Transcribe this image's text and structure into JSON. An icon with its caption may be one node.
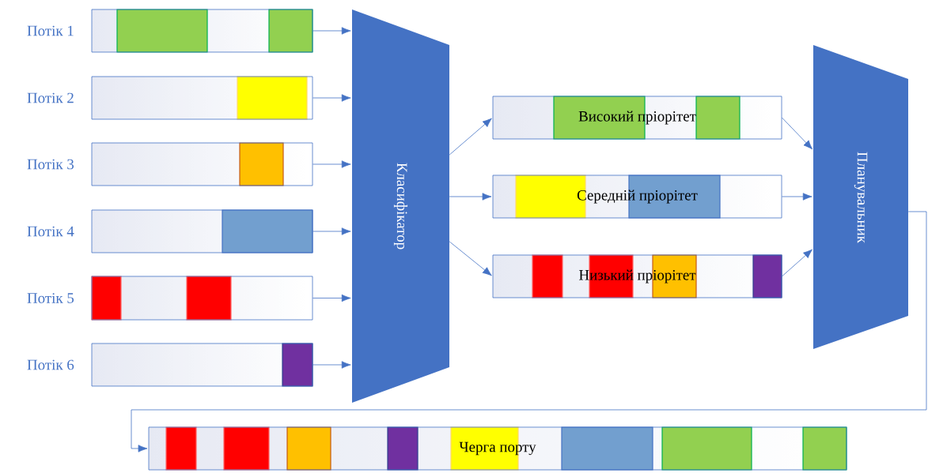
{
  "diagram": {
    "nodes": [
      {
        "text": [],
        "shape": "bar",
        "beside": [
          "Потік 1"
        ]
      },
      {
        "text": [],
        "shape": "bar",
        "beside": [
          "Потік 2"
        ]
      },
      {
        "text": [],
        "shape": "bar",
        "beside": [
          "Потік 3"
        ]
      },
      {
        "text": [],
        "shape": "bar",
        "beside": [
          "Потік 4"
        ]
      },
      {
        "text": [],
        "shape": "bar",
        "beside": [
          "Потік 5"
        ]
      },
      {
        "text": [],
        "shape": "bar",
        "beside": [
          "Потік 6"
        ]
      },
      {
        "text": [
          "Класифікатор"
        ]
      },
      {
        "text": [
          "Високий пріорітет"
        ]
      },
      {
        "text": [
          "Середній пріорітет"
        ]
      },
      {
        "text": [
          "Низький пріорітет"
        ]
      },
      {
        "text": [
          "Планувальник"
        ]
      },
      {
        "text": [
          "Черга порту"
        ]
      }
    ],
    "edges": [
      {
        "from": 0,
        "to": 6,
        "arrow": "to"
      },
      {
        "from": 1,
        "to": 6,
        "arrow": "to"
      },
      {
        "from": 2,
        "to": 6,
        "arrow": "to"
      },
      {
        "from": 3,
        "to": 6,
        "arrow": "to"
      },
      {
        "from": 4,
        "to": 6,
        "arrow": "to"
      },
      {
        "from": 5,
        "to": 6,
        "arrow": "to"
      },
      {
        "from": 6,
        "to": 7,
        "arrow": "to"
      },
      {
        "from": 6,
        "to": 8,
        "arrow": "to"
      },
      {
        "from": 6,
        "to": 9,
        "arrow": "to"
      },
      {
        "from": 7,
        "to": 10,
        "arrow": "to"
      },
      {
        "from": 8,
        "to": 10,
        "arrow": "to"
      },
      {
        "from": 9,
        "to": 10,
        "arrow": "to"
      },
      {
        "from": 10,
        "to": 11,
        "arrow": "to"
      }
    ]
  }
}
